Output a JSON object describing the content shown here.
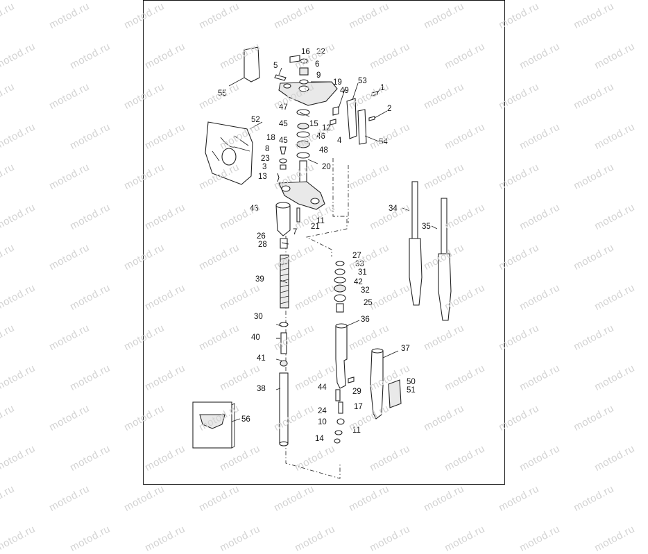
{
  "watermark": {
    "text": "motod.ru",
    "color": "#d3d3d3"
  },
  "diagram": {
    "callouts": [
      {
        "id": "c16",
        "text": "16"
      },
      {
        "id": "c22",
        "text": "22"
      },
      {
        "id": "c6",
        "text": "6"
      },
      {
        "id": "c5",
        "text": "5"
      },
      {
        "id": "c9",
        "text": "9"
      },
      {
        "id": "c55",
        "text": "55"
      },
      {
        "id": "c19",
        "text": "19"
      },
      {
        "id": "c53",
        "text": "53"
      },
      {
        "id": "c1",
        "text": "1"
      },
      {
        "id": "c49",
        "text": "49"
      },
      {
        "id": "c47",
        "text": "47"
      },
      {
        "id": "c2",
        "text": "2"
      },
      {
        "id": "c15",
        "text": "15"
      },
      {
        "id": "c45a",
        "text": "45"
      },
      {
        "id": "c52",
        "text": "52"
      },
      {
        "id": "c12",
        "text": "12"
      },
      {
        "id": "c46",
        "text": "46"
      },
      {
        "id": "c18",
        "text": "18"
      },
      {
        "id": "c45b",
        "text": "45"
      },
      {
        "id": "c4",
        "text": "4"
      },
      {
        "id": "c54",
        "text": "54"
      },
      {
        "id": "c8",
        "text": "8"
      },
      {
        "id": "c48",
        "text": "48"
      },
      {
        "id": "c23",
        "text": "23"
      },
      {
        "id": "c3",
        "text": "3"
      },
      {
        "id": "c20",
        "text": "20"
      },
      {
        "id": "c13",
        "text": "13"
      },
      {
        "id": "c43",
        "text": "43"
      },
      {
        "id": "c34",
        "text": "34"
      },
      {
        "id": "c11a",
        "text": "11"
      },
      {
        "id": "c21",
        "text": "21"
      },
      {
        "id": "c35",
        "text": "35"
      },
      {
        "id": "c7",
        "text": "7"
      },
      {
        "id": "c26",
        "text": "26"
      },
      {
        "id": "c28",
        "text": "28"
      },
      {
        "id": "c27",
        "text": "27"
      },
      {
        "id": "c33",
        "text": "33"
      },
      {
        "id": "c31",
        "text": "31"
      },
      {
        "id": "c39",
        "text": "39"
      },
      {
        "id": "c42",
        "text": "42"
      },
      {
        "id": "c32",
        "text": "32"
      },
      {
        "id": "c25",
        "text": "25"
      },
      {
        "id": "c30",
        "text": "30"
      },
      {
        "id": "c36",
        "text": "36"
      },
      {
        "id": "c40",
        "text": "40"
      },
      {
        "id": "c37",
        "text": "37"
      },
      {
        "id": "c41",
        "text": "41"
      },
      {
        "id": "c38",
        "text": "38"
      },
      {
        "id": "c44",
        "text": "44"
      },
      {
        "id": "c29",
        "text": "29"
      },
      {
        "id": "c50",
        "text": "50"
      },
      {
        "id": "c51",
        "text": "51"
      },
      {
        "id": "c17",
        "text": "17"
      },
      {
        "id": "c24",
        "text": "24"
      },
      {
        "id": "c56",
        "text": "56"
      },
      {
        "id": "c10",
        "text": "10"
      },
      {
        "id": "c11b",
        "text": "11"
      },
      {
        "id": "c14",
        "text": "14"
      }
    ]
  }
}
